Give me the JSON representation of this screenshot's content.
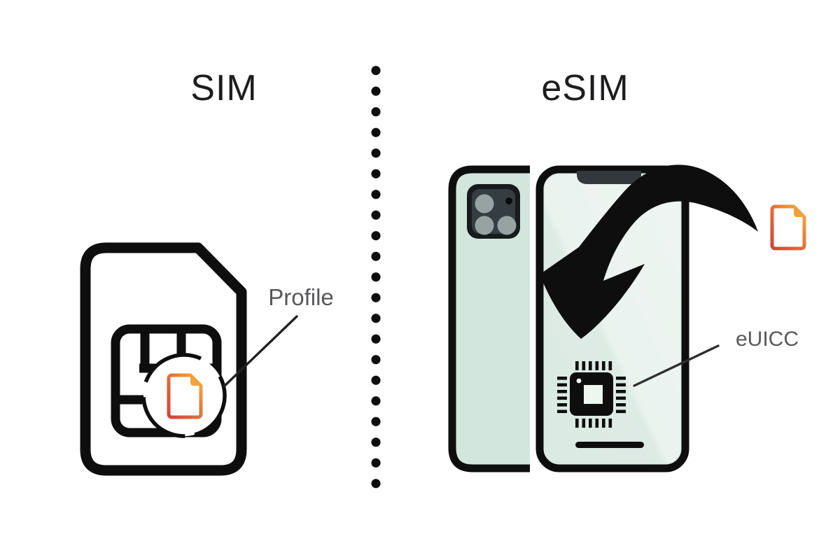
{
  "diagram": {
    "left": {
      "title": "SIM",
      "callout_label": "Profile",
      "icon": "physical-sim-card-with-profile-document"
    },
    "right": {
      "title": "eSIM",
      "callout_label": "eUICC",
      "icon": "smartphone-front-and-back-with-embedded-chip"
    },
    "divider": {
      "style": "vertical-dotted-line",
      "dot_count": 21
    }
  },
  "icons": [
    "sim-card-icon",
    "sim-chip-contacts-icon",
    "highlight-circle",
    "profile-document-icon",
    "phone-back-icon",
    "camera-module-icon",
    "phone-front-icon",
    "notch",
    "euicc-chip-icon",
    "home-indicator",
    "download-arrow-icon",
    "esim-profile-document-icon"
  ],
  "colors": {
    "background": "#ffffff",
    "ink": "#0e0e0e",
    "title_text": "#1d1d1f",
    "label_text": "#58585b",
    "phone_body": "#d2e6dd",
    "phone_screen": "#dceae4",
    "camera_housing": "#171b1c",
    "camera_panel": "#343d41",
    "camera_lens": "#97a3a3",
    "notch_fill": "#32383b",
    "document_gradient_start": "#d64036",
    "document_gradient_end": "#f3b33d"
  }
}
